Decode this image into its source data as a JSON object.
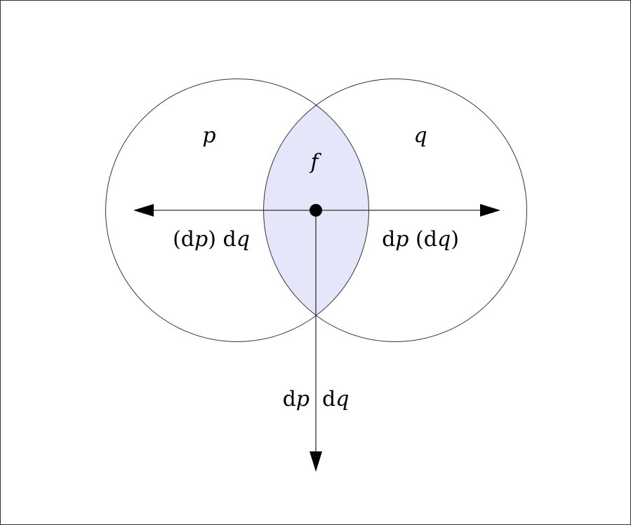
{
  "diagram": {
    "left_circle_label": "p",
    "right_circle_label": "q",
    "intersection_label": "f",
    "left_arrow": {
      "paren": "(d",
      "var1": "p",
      "mid": ") d",
      "var2": "q"
    },
    "right_arrow": {
      "pre": "d",
      "var1": "p",
      "mid": " (d",
      "var2": "q",
      "post": ")"
    },
    "down_arrow": {
      "left_pre": "d",
      "left_var": "p",
      "right_pre": "d",
      "right_var": "q"
    },
    "colors": {
      "intersection_fill": "#e6e6fa",
      "stroke": "#333333",
      "arrow": "#000000"
    }
  }
}
